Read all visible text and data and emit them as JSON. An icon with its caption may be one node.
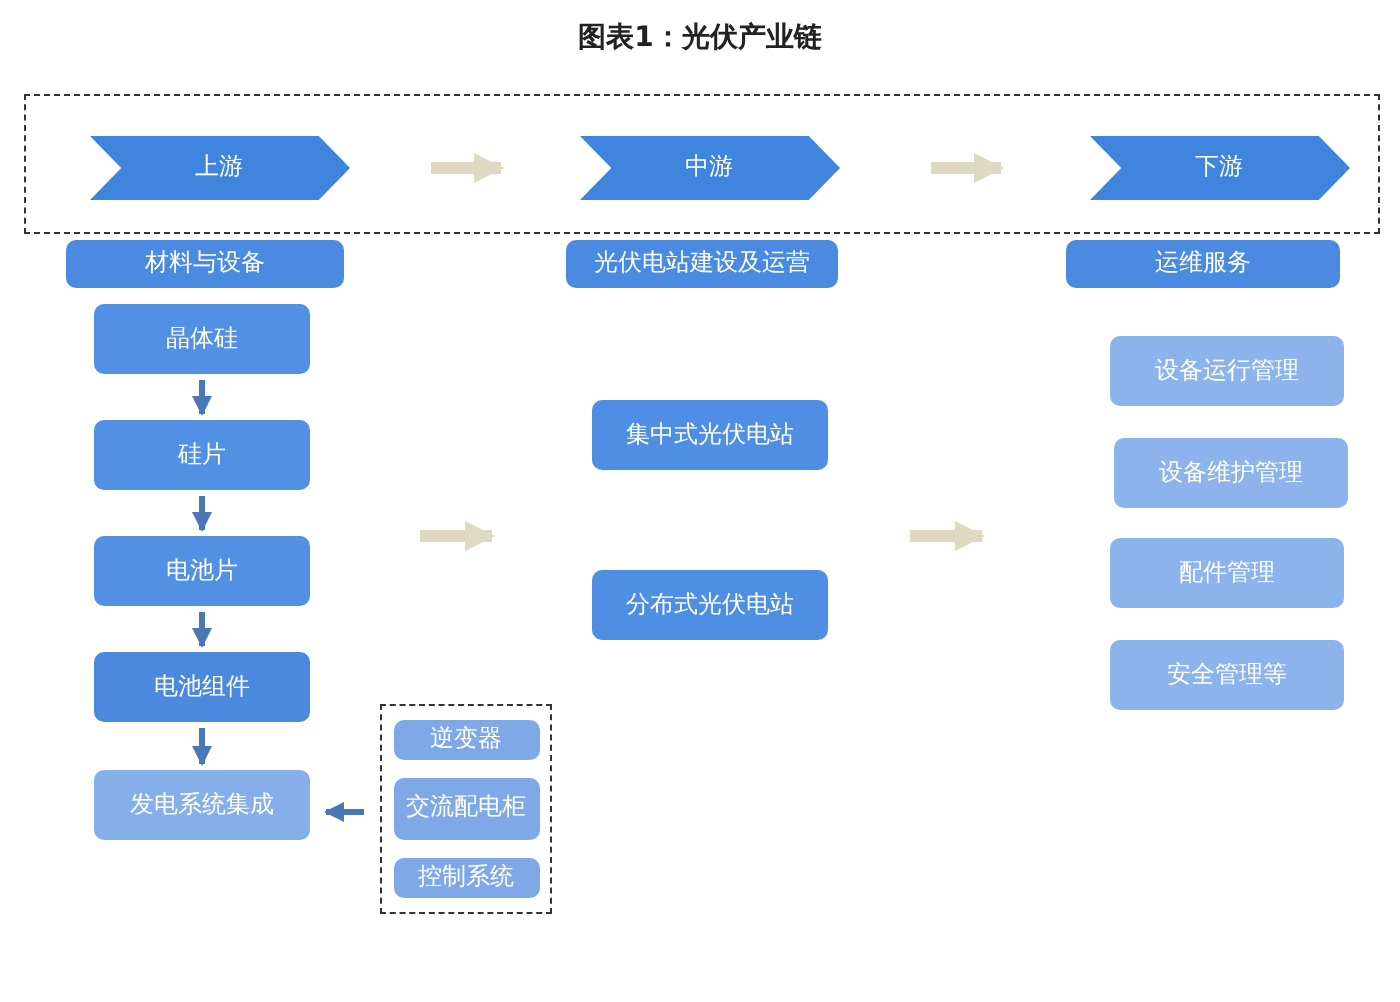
{
  "diagram": {
    "title": "图表1：光伏产业链",
    "nodes": [
      {
        "text": [],
        "shape": "box"
      },
      {
        "text": [
          "上游"
        ],
        "in": 0
      },
      {
        "text": [
          "中游"
        ],
        "in": 0
      },
      {
        "text": [
          "下游"
        ],
        "in": 0
      },
      {
        "text": [
          "材料与设备"
        ]
      },
      {
        "text": [
          "光伏电站建设及运营"
        ]
      },
      {
        "text": [
          "运维服务"
        ]
      },
      {
        "text": [
          "晶体硅"
        ]
      },
      {
        "text": [
          "硅片"
        ]
      },
      {
        "text": [
          "电池片"
        ]
      },
      {
        "text": [
          "电池组件"
        ]
      },
      {
        "text": [
          "发电系统集成"
        ]
      },
      {
        "text": [],
        "shape": "box"
      },
      {
        "text": [
          "逆变器"
        ],
        "in": 12
      },
      {
        "text": [
          "交流配电柜"
        ],
        "in": 12
      },
      {
        "text": [
          "控制系统"
        ],
        "in": 12
      },
      {
        "text": [
          "集中式光伏电站"
        ]
      },
      {
        "text": [
          "分布式光伏电站"
        ]
      },
      {
        "text": [
          "设备运行管理"
        ]
      },
      {
        "text": [
          "设备维护管理"
        ]
      },
      {
        "text": [
          "配件管理"
        ]
      },
      {
        "text": [
          "安全管理等"
        ]
      }
    ],
    "edges": [
      {
        "from": 1,
        "to": 2,
        "arrow": "to",
        "style": "thick",
        "color": "#ddd9c3"
      },
      {
        "from": 2,
        "to": 3,
        "arrow": "to",
        "style": "thick",
        "color": "#ddd9c3"
      },
      {
        "from": 7,
        "to": 8,
        "arrow": "to"
      },
      {
        "from": 8,
        "to": 9,
        "arrow": "to"
      },
      {
        "from": 9,
        "to": 10,
        "arrow": "to"
      },
      {
        "from": 10,
        "to": 11,
        "arrow": "to"
      },
      {
        "from": 12,
        "to": 11,
        "arrow": "to"
      }
    ]
  }
}
